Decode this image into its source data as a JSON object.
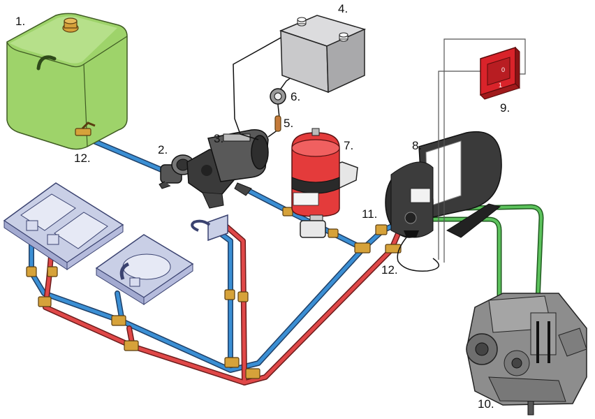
{
  "labels": {
    "l1": "1.",
    "l2": "2.",
    "l3": "3.",
    "l4": "4.",
    "l5": "5.",
    "l6": "6.",
    "l7": "7.",
    "l8": "8.",
    "l9": "9.",
    "l10": "10.",
    "l11": "11.",
    "l12a": "12.",
    "l12b": "12."
  },
  "switch": {
    "top_mark": "0",
    "bottom_mark": "1"
  },
  "colors": {
    "cold_pipe": "#3b8fd4",
    "hot_pipe": "#e04848",
    "coolant_pipe": "#5cc25c",
    "fitting": "#d6a23a",
    "tank": "#9ed36a",
    "battery": "#c9c9cb",
    "accumulator": "#e43b3b",
    "switch": "#d9232a",
    "sink": "#c9cfe6"
  }
}
